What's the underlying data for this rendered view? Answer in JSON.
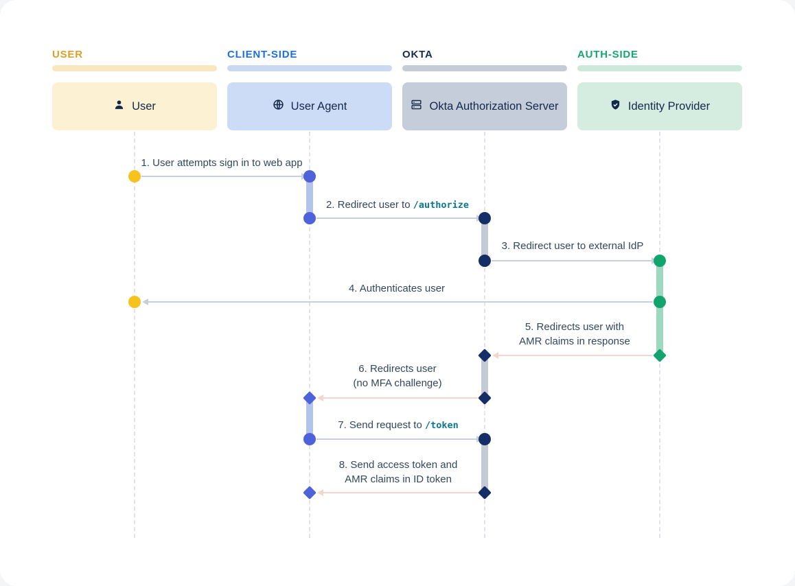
{
  "lanes": [
    {
      "header": "USER",
      "card": "User",
      "icon": "user-icon",
      "accent": "#DB9F27",
      "bar": "#FAE7C0",
      "card_bg": "#FCF1D2",
      "marker": "#F6C21E"
    },
    {
      "header": "CLIENT-SIDE",
      "card": "User Agent",
      "icon": "globe-icon",
      "accent": "#1D6FE0",
      "bar": "#C9D9F3",
      "card_bg": "#CCDBF6",
      "marker": "#4E63D9",
      "activation": "#B3C3EC"
    },
    {
      "header": "OKTA",
      "card": "Okta Authorization Server",
      "icon": "server-icon",
      "accent": "#132E4F",
      "bar": "#C6CCD6",
      "card_bg": "#C6CDDA",
      "marker": "#142F66",
      "activation": "#C4CBD7"
    },
    {
      "header": "AUTH-SIDE",
      "card": "Identity Provider",
      "icon": "shield-icon",
      "accent": "#16A56F",
      "bar": "#CDE9DB",
      "card_bg": "#D5EDE1",
      "marker": "#12A46D",
      "activation": "#9ED8BF"
    }
  ],
  "steps": [
    {
      "label": "1. User attempts sign in to web app"
    },
    {
      "label": "2. Redirect user to ",
      "code": "/authorize"
    },
    {
      "label": "3. Redirect user to external IdP"
    },
    {
      "label": "4. Authenticates user"
    },
    {
      "label": "5. Redirects user with\nAMR claims in response"
    },
    {
      "label": "6. Redirects user\n(no MFA challenge)"
    },
    {
      "label": "7. Send request to ",
      "code": "/token"
    },
    {
      "label": "8. Send access token and\nAMR claims in ID token"
    }
  ],
  "colors": {
    "arrow_gray": "#C9CFDA",
    "arrow_pink": "#F3D7CE",
    "label_text": "#33475C",
    "code_teal": "#0C7792",
    "card_text": "#13294B",
    "lifeline": "#E0E3E9"
  }
}
